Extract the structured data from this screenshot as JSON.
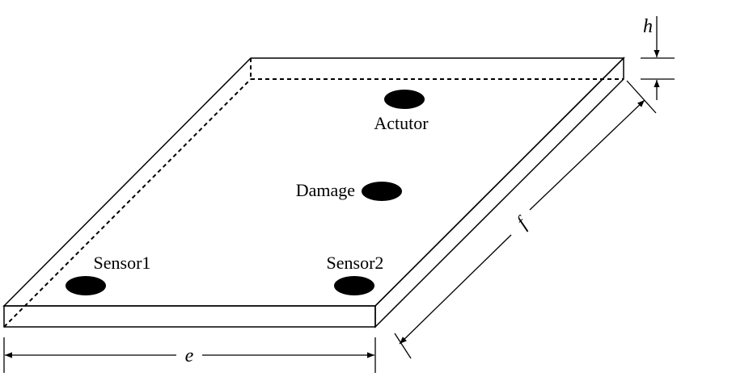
{
  "labels": {
    "actuator": "Actutor",
    "damage": "Damage",
    "sensor1": "Sensor1",
    "sensor2": "Sensor2"
  },
  "dimensions": {
    "width": "e",
    "length": "f",
    "thickness": "h"
  },
  "colors": {
    "stroke": "#000000",
    "background": "#ffffff"
  }
}
